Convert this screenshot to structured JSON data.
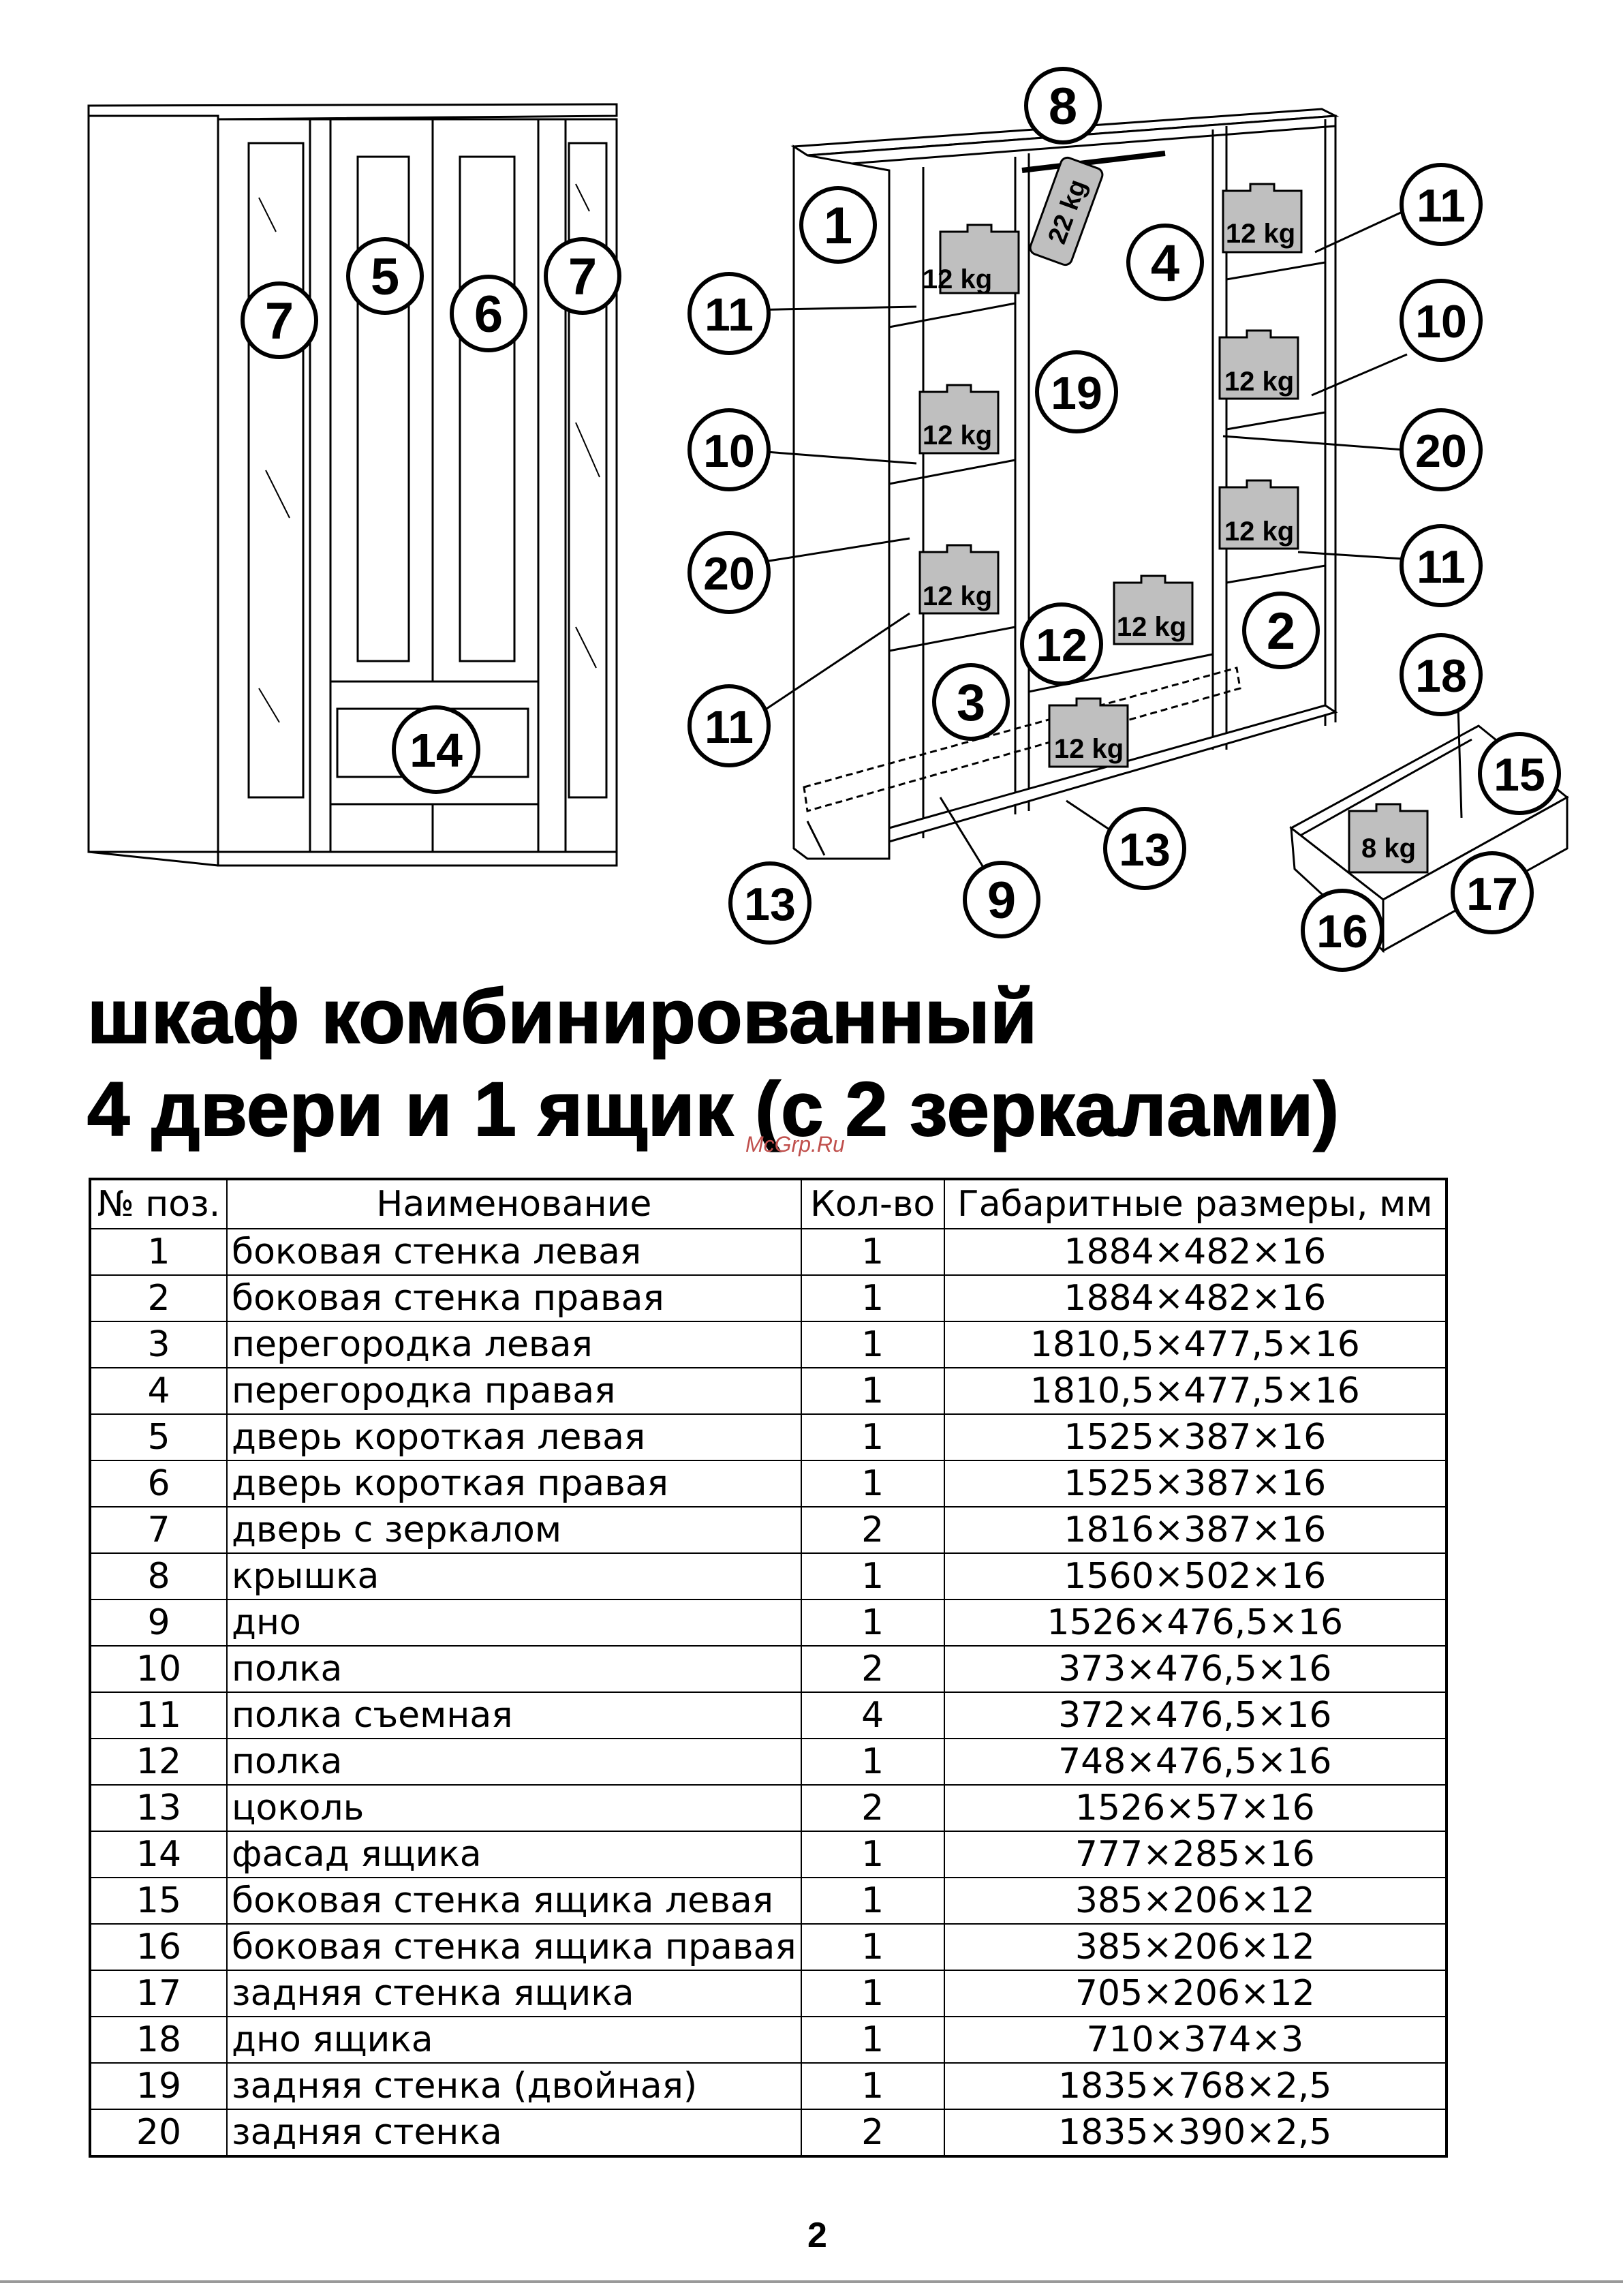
{
  "callouts": {
    "c1": "1",
    "c2": "2",
    "c3": "3",
    "c4": "4",
    "c5": "5",
    "c6": "6",
    "c7a": "7",
    "c7b": "7",
    "c8": "8",
    "c9": "9",
    "c10a": "10",
    "c10b": "10",
    "c11a": "11",
    "c11b": "11",
    "c11c": "11",
    "c11d": "11",
    "c12": "12",
    "c13a": "13",
    "c13b": "13",
    "c14": "14",
    "c15": "15",
    "c16": "16",
    "c17": "17",
    "c18": "18",
    "c19": "19",
    "c20a": "20",
    "c20b": "20"
  },
  "weights": {
    "w22": "22 kg",
    "w12a": "12 kg",
    "w12b": "12 kg",
    "w12c": "12 kg",
    "w12d": "12 kg",
    "w12e": "12 kg",
    "w12f": "12 kg",
    "w12g": "12 kg",
    "w12h": "12 kg",
    "w8": "8 kg"
  },
  "title": {
    "line1": "шкаф комбинированный",
    "line2": "4 двери и 1 ящик (с 2 зеркалами)"
  },
  "watermark": "McGrp.Ru",
  "table": {
    "headers": [
      "№ поз.",
      "Наименование",
      "Кол-во",
      "Габаритные размеры, мм"
    ],
    "rows": [
      [
        "1",
        "боковая стенка левая",
        "1",
        "1884×482×16"
      ],
      [
        "2",
        "боковая стенка правая",
        "1",
        "1884×482×16"
      ],
      [
        "3",
        "перегородка левая",
        "1",
        "1810,5×477,5×16"
      ],
      [
        "4",
        "перегородка правая",
        "1",
        "1810,5×477,5×16"
      ],
      [
        "5",
        "дверь короткая левая",
        "1",
        "1525×387×16"
      ],
      [
        "6",
        "дверь короткая правая",
        "1",
        "1525×387×16"
      ],
      [
        "7",
        "дверь с зеркалом",
        "2",
        "1816×387×16"
      ],
      [
        "8",
        "крышка",
        "1",
        "1560×502×16"
      ],
      [
        "9",
        "дно",
        "1",
        "1526×476,5×16"
      ],
      [
        "10",
        "полка",
        "2",
        "373×476,5×16"
      ],
      [
        "11",
        "полка съемная",
        "4",
        "372×476,5×16"
      ],
      [
        "12",
        "полка",
        "1",
        "748×476,5×16"
      ],
      [
        "13",
        "цоколь",
        "2",
        "1526×57×16"
      ],
      [
        "14",
        "фасад ящика",
        "1",
        "777×285×16"
      ],
      [
        "15",
        "боковая стенка ящика левая",
        "1",
        "385×206×12"
      ],
      [
        "16",
        "боковая стенка ящика правая",
        "1",
        "385×206×12"
      ],
      [
        "17",
        "задняя стенка ящика",
        "1",
        "705×206×12"
      ],
      [
        "18",
        "дно ящика",
        "1",
        "710×374×3"
      ],
      [
        "19",
        "задняя стенка (двойная)",
        "1",
        "1835×768×2,5"
      ],
      [
        "20",
        "задняя стенка",
        "2",
        "1835×390×2,5"
      ]
    ]
  },
  "page_number": "2"
}
